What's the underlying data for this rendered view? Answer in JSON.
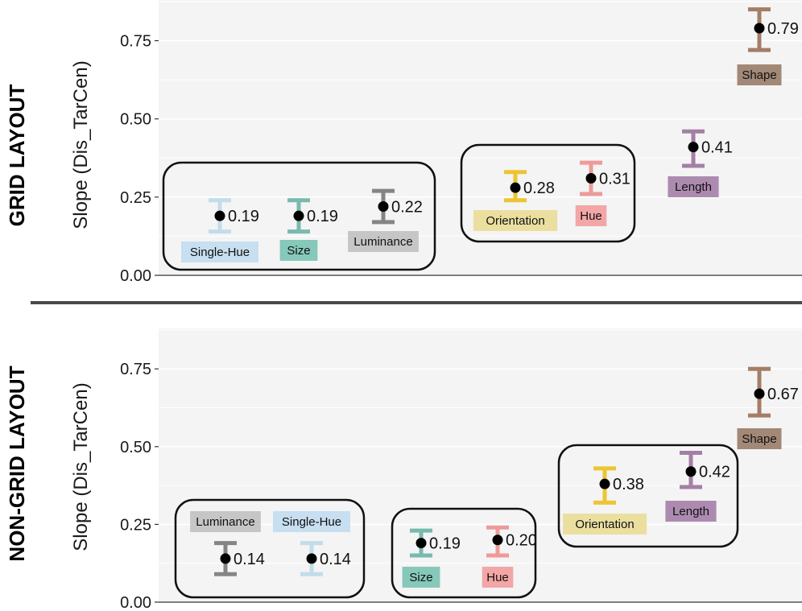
{
  "chart_data": [
    {
      "type": "errorbar",
      "title": "GRID LAYOUT",
      "ylabel": "Slope (Dis_TarCen)",
      "ylim": [
        0,
        0.88
      ],
      "yticks": [
        "0.00",
        "0.25",
        "0.50",
        "0.75"
      ],
      "grid": true,
      "points": [
        {
          "name": "Single-Hue",
          "value": 0.19,
          "label": "0.19",
          "low": 0.14,
          "high": 0.24,
          "color": "#c2dcea",
          "chip": "#c7dff0"
        },
        {
          "name": "Size",
          "value": 0.19,
          "label": "0.19",
          "low": 0.14,
          "high": 0.24,
          "color": "#79b9ae",
          "chip": "#86c8b9"
        },
        {
          "name": "Luminance",
          "value": 0.22,
          "label": "0.22",
          "low": 0.17,
          "high": 0.27,
          "color": "#858585",
          "chip": "#c6c6c6"
        },
        {
          "name": "Orientation",
          "value": 0.28,
          "label": "0.28",
          "low": 0.24,
          "high": 0.33,
          "color": "#ecc531",
          "chip": "#ebdfa0"
        },
        {
          "name": "Hue",
          "value": 0.31,
          "label": "0.31",
          "low": 0.26,
          "high": 0.36,
          "color": "#ef9a9a",
          "chip": "#f3a6a6"
        },
        {
          "name": "Length",
          "value": 0.41,
          "label": "0.41",
          "low": 0.35,
          "high": 0.46,
          "color": "#a37fa5",
          "chip": "#ad8bb0"
        },
        {
          "name": "Shape",
          "value": 0.79,
          "label": "0.79",
          "low": 0.72,
          "high": 0.85,
          "color": "#a57d67",
          "chip": "#a28876"
        }
      ]
    },
    {
      "type": "errorbar",
      "title": "NON-GRID LAYOUT",
      "ylabel": "Slope (Dis_TarCen)",
      "ylim": [
        0,
        0.88
      ],
      "yticks": [
        "0.00",
        "0.25",
        "0.50",
        "0.75"
      ],
      "grid": true,
      "points": [
        {
          "name": "Luminance",
          "value": 0.14,
          "label": "0.14",
          "low": 0.09,
          "high": 0.19,
          "color": "#858585",
          "chip": "#c6c6c6"
        },
        {
          "name": "Single-Hue",
          "value": 0.14,
          "label": "0.14",
          "low": 0.09,
          "high": 0.19,
          "color": "#c2dcea",
          "chip": "#c7dff0"
        },
        {
          "name": "Size",
          "value": 0.19,
          "label": "0.19",
          "low": 0.15,
          "high": 0.23,
          "color": "#79b9ae",
          "chip": "#86c8b9"
        },
        {
          "name": "Hue",
          "value": 0.2,
          "label": "0.20",
          "low": 0.15,
          "high": 0.24,
          "color": "#ef9a9a",
          "chip": "#f3a6a6"
        },
        {
          "name": "Orientation",
          "value": 0.38,
          "label": "0.38",
          "low": 0.32,
          "high": 0.43,
          "color": "#ecc531",
          "chip": "#ebdfa0"
        },
        {
          "name": "Length",
          "value": 0.42,
          "label": "0.42",
          "low": 0.37,
          "high": 0.48,
          "color": "#a37fa5",
          "chip": "#ad8bb0"
        },
        {
          "name": "Shape",
          "value": 0.67,
          "label": "0.67",
          "low": 0.6,
          "high": 0.75,
          "color": "#a57d67",
          "chip": "#a28876"
        }
      ]
    }
  ]
}
